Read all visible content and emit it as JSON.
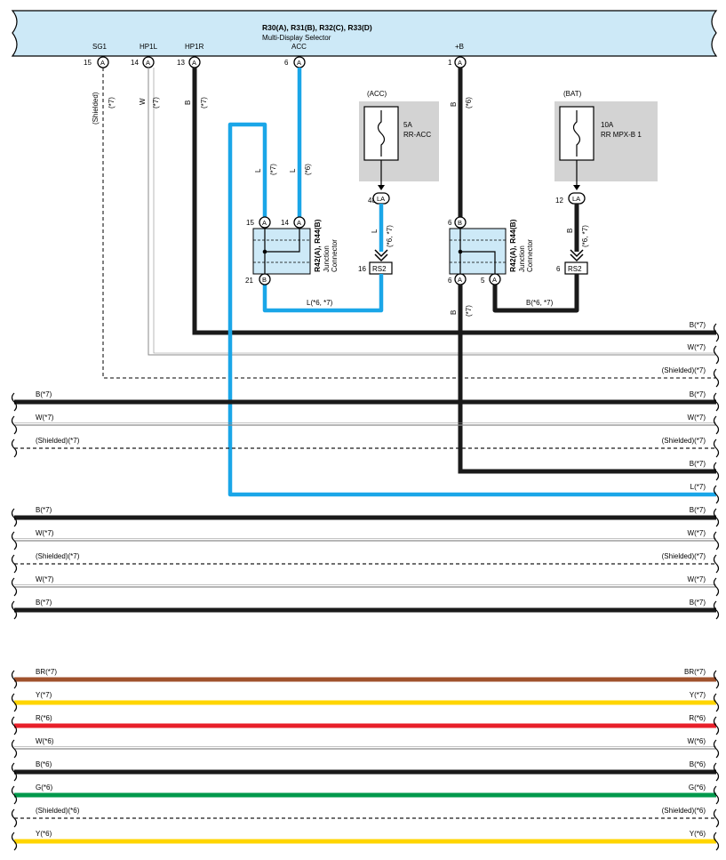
{
  "header": {
    "connectors": "R30(A), R31(B), R32(C), R33(D)",
    "subtitle": "Multi-Display Selector",
    "pins": [
      {
        "label": "SG1",
        "num": "15",
        "conn": "A"
      },
      {
        "label": "HP1L",
        "num": "14",
        "conn": "A"
      },
      {
        "label": "HP1R",
        "num": "13",
        "conn": "A"
      },
      {
        "label": "ACC",
        "num": "6",
        "conn": "A"
      },
      {
        "label": "+B",
        "num": "1",
        "conn": "A"
      }
    ]
  },
  "drops": {
    "sg1_color": "(Shielded)",
    "sg1_note": "(*7)",
    "hp1l_color": "W",
    "hp1l_note": "(*7)",
    "hp1r_color": "B",
    "hp1r_note": "(*7)",
    "acc_left_color": "L",
    "acc_left_note": "(*7)",
    "acc_right_color": "L",
    "acc_right_note": "(*6)",
    "plusb_color": "B",
    "plusb_note": "(*6)"
  },
  "fuses": [
    {
      "group": "(ACC)",
      "rating": "5A",
      "name": "RR-ACC",
      "pin": "48",
      "conn": "LA",
      "wire_color": "L",
      "wire_note": "(*6, *7)",
      "plug_pin": "16",
      "plug": "RS2"
    },
    {
      "group": "(BAT)",
      "rating": "10A",
      "name": "RR MPX-B 1",
      "pin": "12",
      "conn": "LA",
      "wire_color": "B",
      "wire_note": "(*6, *7)",
      "plug_pin": "6",
      "plug": "RS2"
    }
  ],
  "junctions": [
    {
      "title": "R42(A), R44(B)",
      "line1": "Junction",
      "line2": "Connector",
      "top_pins": [
        {
          "num": "15",
          "conn": "A"
        },
        {
          "num": "14",
          "conn": "A"
        }
      ],
      "bottom_pin": {
        "num": "21",
        "conn": "B"
      }
    },
    {
      "title": "R42(A), R44(B)",
      "line1": "Junction",
      "line2": "Connector",
      "top_pins": [
        {
          "num": "6",
          "conn": "B"
        }
      ],
      "bottom_pins": [
        {
          "num": "6",
          "conn": "A"
        },
        {
          "num": "5",
          "conn": "A"
        }
      ]
    }
  ],
  "link_labels": {
    "left_link": "L(*6, *7)",
    "right_link": "B(*6, *7)",
    "j2_out_color": "B",
    "j2_out_note": "(*7)"
  },
  "bus_lines": [
    {
      "left": "",
      "right": "B(*7)",
      "color": "#1a1a1a",
      "dashed": false,
      "thick": true,
      "wave": false
    },
    {
      "left": "",
      "right": "W(*7)",
      "color": "#8a8a8a",
      "dashed": false,
      "thick": false,
      "wave": false
    },
    {
      "left": "",
      "right": "(Shielded)(*7)",
      "color": "#1a1a1a",
      "dashed": true,
      "thick": false,
      "wave": false
    },
    {
      "left": "B(*7)",
      "right": "B(*7)",
      "color": "#1a1a1a",
      "dashed": false,
      "thick": true,
      "wave": true
    },
    {
      "left": "W(*7)",
      "right": "W(*7)",
      "color": "#8a8a8a",
      "dashed": false,
      "thick": false,
      "wave": true
    },
    {
      "left": "(Shielded)(*7)",
      "right": "(Shielded)(*7)",
      "color": "#1a1a1a",
      "dashed": true,
      "thick": false,
      "wave": true
    },
    {
      "left": "",
      "right": "B(*7)",
      "color": "#1a1a1a",
      "dashed": false,
      "thick": true,
      "wave": false
    },
    {
      "left": "",
      "right": "L(*7)",
      "color": "#1aa6e8",
      "dashed": false,
      "thick": true,
      "wave": false
    },
    {
      "left": "B(*7)",
      "right": "B(*7)",
      "color": "#1a1a1a",
      "dashed": false,
      "thick": true,
      "wave": true
    },
    {
      "left": "W(*7)",
      "right": "W(*7)",
      "color": "#8a8a8a",
      "dashed": false,
      "thick": false,
      "wave": true
    },
    {
      "left": "(Shielded)(*7)",
      "right": "(Shielded)(*7)",
      "color": "#1a1a1a",
      "dashed": true,
      "thick": false,
      "wave": true
    },
    {
      "left": "W(*7)",
      "right": "W(*7)",
      "color": "#8a8a8a",
      "dashed": false,
      "thick": false,
      "wave": true
    },
    {
      "left": "B(*7)",
      "right": "B(*7)",
      "color": "#1a1a1a",
      "dashed": false,
      "thick": true,
      "wave": true
    },
    {
      "left": "BR(*7)",
      "right": "BR(*7)",
      "color": "#a0522d",
      "dashed": false,
      "thick": true,
      "wave": true
    },
    {
      "left": "Y(*7)",
      "right": "Y(*7)",
      "color": "#ffd500",
      "dashed": false,
      "thick": true,
      "wave": true
    },
    {
      "left": "R(*6)",
      "right": "R(*6)",
      "color": "#e8202a",
      "dashed": false,
      "thick": true,
      "wave": true
    },
    {
      "left": "W(*6)",
      "right": "W(*6)",
      "color": "#8a8a8a",
      "dashed": false,
      "thick": false,
      "wave": true
    },
    {
      "left": "B(*6)",
      "right": "B(*6)",
      "color": "#1a1a1a",
      "dashed": false,
      "thick": true,
      "wave": true
    },
    {
      "left": "G(*6)",
      "right": "G(*6)",
      "color": "#00994c",
      "dashed": false,
      "thick": true,
      "wave": true
    },
    {
      "left": "(Shielded)(*6)",
      "right": "(Shielded)(*6)",
      "color": "#1a1a1a",
      "dashed": true,
      "thick": false,
      "wave": true
    },
    {
      "left": "Y(*6)",
      "right": "Y(*6)",
      "color": "#ffd500",
      "dashed": false,
      "thick": true,
      "wave": true
    }
  ],
  "colors": {
    "header_fill": "#cde9f7",
    "blue_wire": "#1aa6e8",
    "black_wire": "#1a1a1a",
    "fuse_panel": "#d3d3d3",
    "junction_fill": "#cde9f7"
  }
}
